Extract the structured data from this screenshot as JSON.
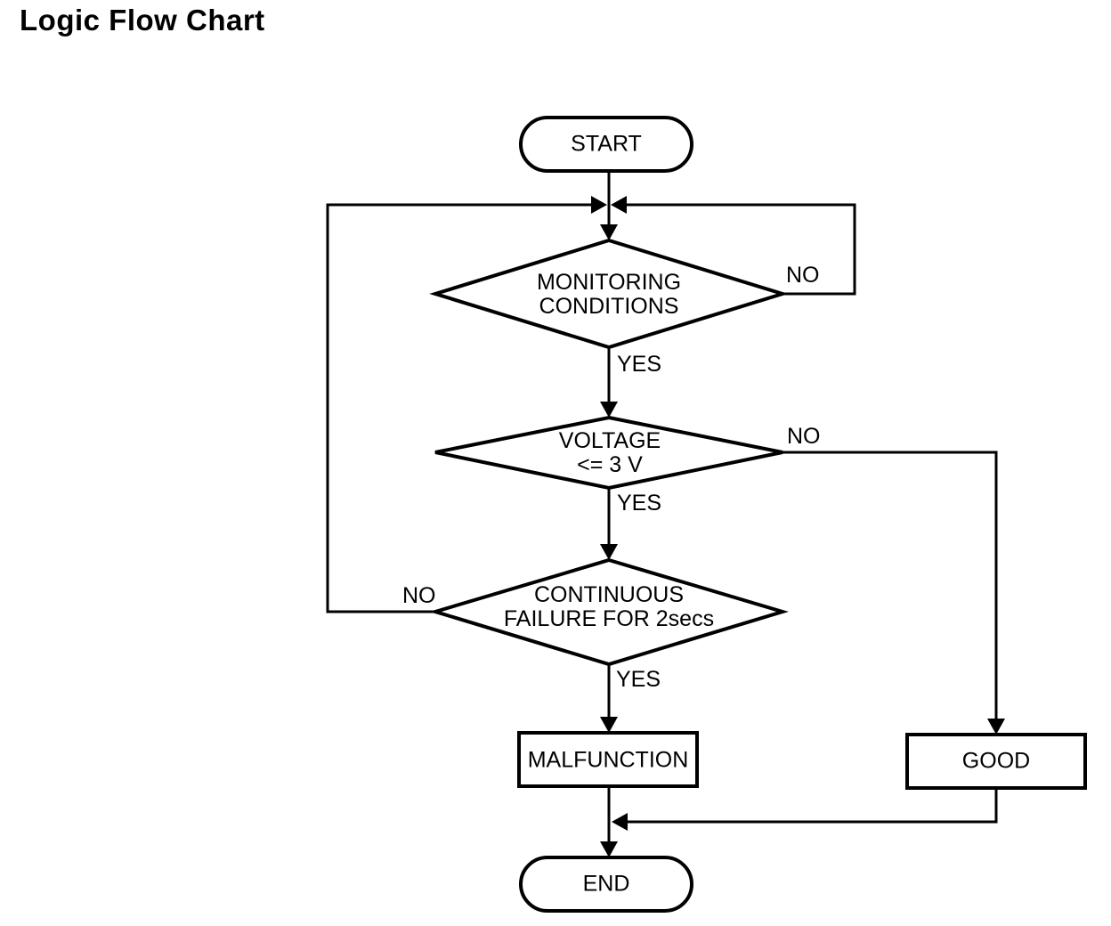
{
  "title": "Logic Flow Chart",
  "colors": {
    "line": "#000000",
    "background": "#ffffff",
    "text": "#000000"
  },
  "nodes": {
    "start": {
      "label": "START",
      "type": "terminal"
    },
    "monitoring": {
      "label": "MONITORING\nCONDITIONS",
      "type": "decision"
    },
    "voltage": {
      "label": "VOLTAGE\n<= 3 V",
      "type": "decision"
    },
    "continuous": {
      "label": "CONTINUOUS\nFAILURE FOR 2secs",
      "type": "decision"
    },
    "malfunction": {
      "label": "MALFUNCTION",
      "type": "process"
    },
    "good": {
      "label": "GOOD",
      "type": "process"
    },
    "end": {
      "label": "END",
      "type": "terminal"
    }
  },
  "edge_labels": {
    "monitoring_yes": "YES",
    "monitoring_no": "NO",
    "voltage_yes": "YES",
    "voltage_no": "NO",
    "continuous_yes": "YES",
    "continuous_no": "NO"
  }
}
